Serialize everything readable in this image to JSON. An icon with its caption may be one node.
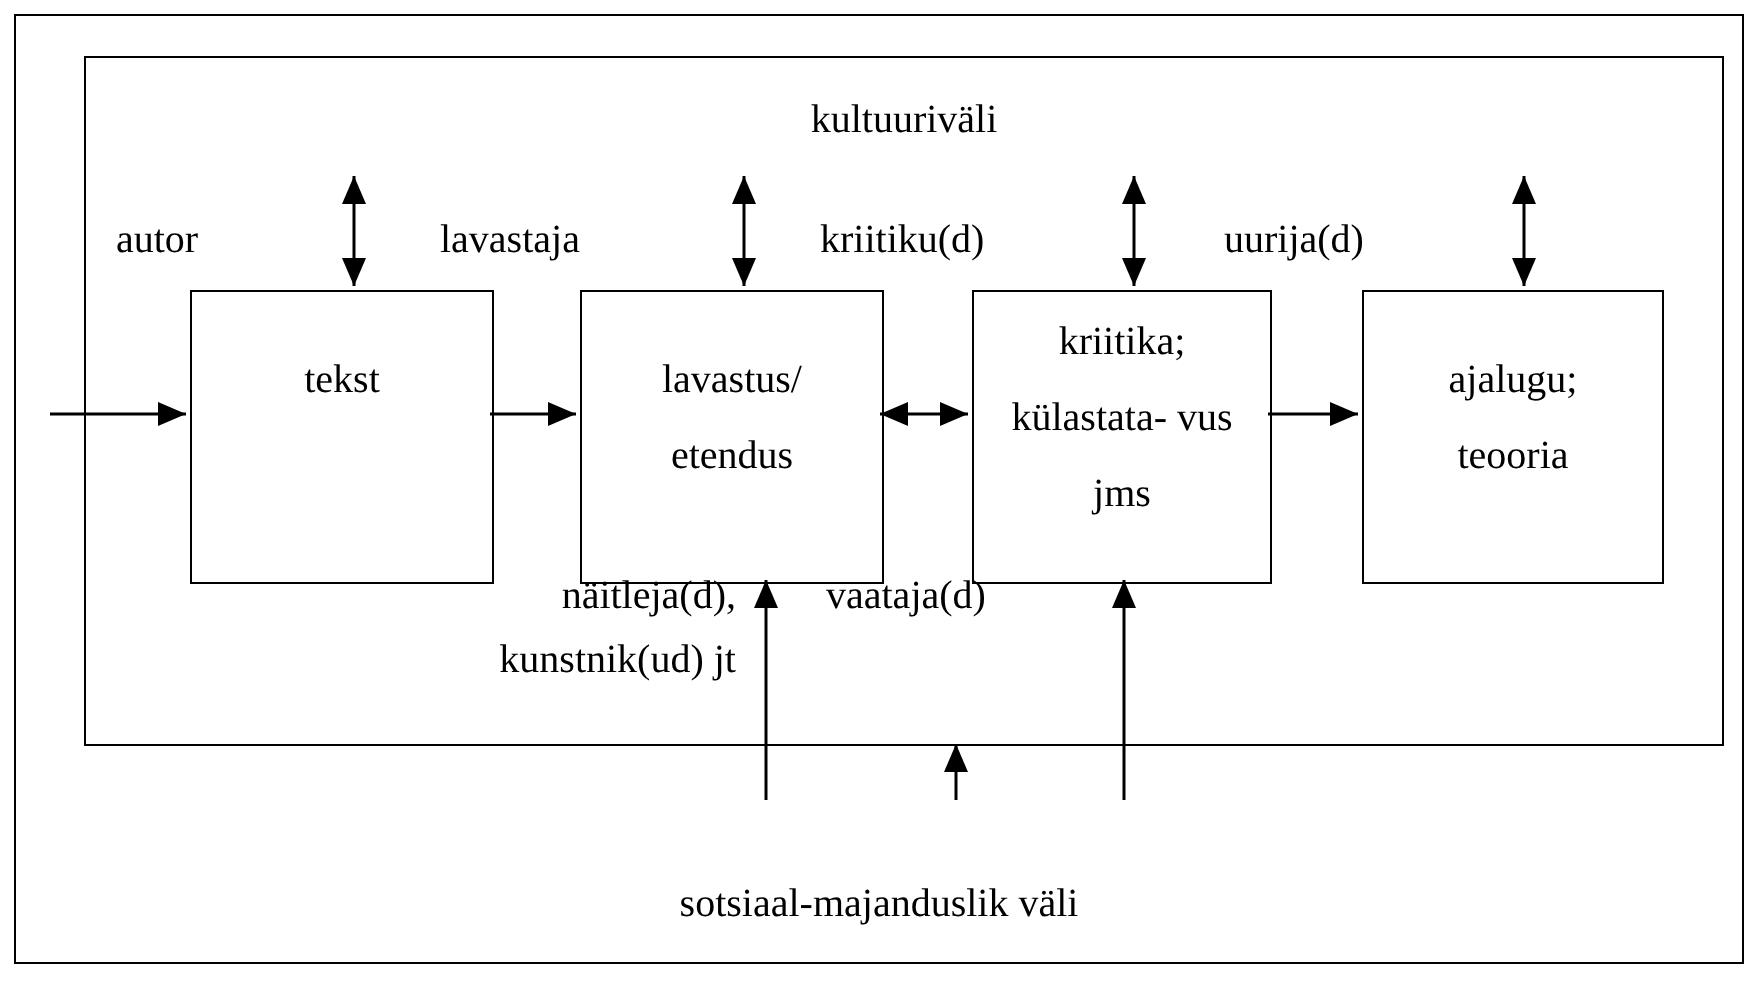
{
  "diagram": {
    "nodes": [
      {
        "text": [
          "sotsiaal-majanduslik väli"
        ]
      },
      {
        "text": [
          "kultuuriväli"
        ],
        "in": 0
      },
      {
        "text": [
          "tekst"
        ],
        "in": 1
      },
      {
        "text": [
          "lavastus/ etendus"
        ],
        "in": 1
      },
      {
        "text": [
          "kriitika; külastata- vus jms"
        ],
        "in": 1
      },
      {
        "text": [
          "ajalugu; teooria"
        ],
        "in": 1
      }
    ],
    "edges": [
      {
        "from": null,
        "to": 2,
        "arrow": "to"
      },
      {
        "from": 2,
        "to": 3,
        "arrow": "to"
      },
      {
        "from": 3,
        "to": 4,
        "arrow": "both"
      },
      {
        "from": 4,
        "to": 5,
        "arrow": "to"
      },
      {
        "from": null,
        "to": 2,
        "arrow": "both"
      },
      {
        "from": null,
        "to": 3,
        "arrow": "both"
      },
      {
        "from": null,
        "to": 4,
        "arrow": "both"
      },
      {
        "from": null,
        "to": 5,
        "arrow": "both"
      },
      {
        "from": null,
        "to": 3,
        "arrow": "to"
      },
      {
        "from": null,
        "to": 1,
        "arrow": "to"
      },
      {
        "from": null,
        "to": 4,
        "arrow": "to"
      }
    ],
    "labels": [
      "autor",
      "lavastaja",
      "kriitiku(d)",
      "uurija(d)",
      "näitleja(d), kunstnik(ud) jt",
      "vaataja(d)"
    ]
  }
}
